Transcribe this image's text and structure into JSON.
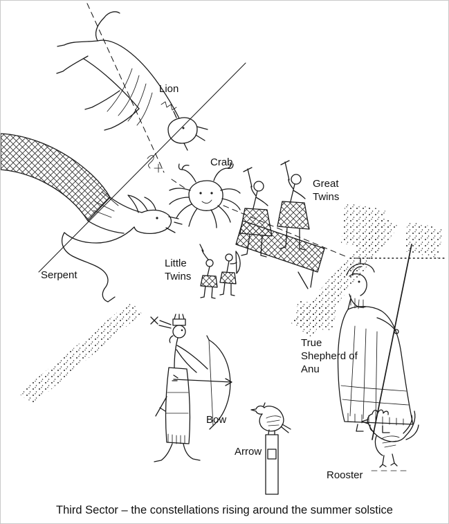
{
  "figure": {
    "caption": "Third Sector – the constellations rising around the summer solstice",
    "labels": {
      "lion": "Lion",
      "crab": "Crab",
      "great_twins": "Great Twins",
      "serpent": "Serpent",
      "little_twins": "Little Twins",
      "true_shepherd": "True Shepherd of Anu",
      "bow": "Bow",
      "arrow": "Arrow",
      "rooster": "Rooster"
    },
    "colors": {
      "ink": "#1a1a1a",
      "background": "#ffffff"
    }
  }
}
